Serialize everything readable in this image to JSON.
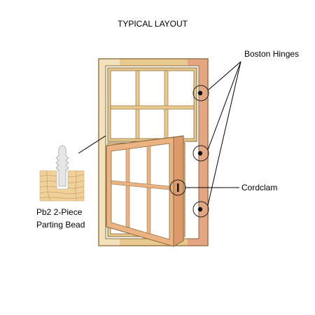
{
  "title": "TYPICAL LAYOUT",
  "labels": {
    "hinges": "Boston Hinges",
    "cordclam": "Cordclam",
    "bead_line1": "Pb2 2-Piece",
    "bead_line2": "Parting Bead"
  },
  "colors": {
    "frame_outline": "#8a6a3a",
    "tan_wood": "#e8c98e",
    "pink_wood": "#e5a583",
    "sash_open": "#dc9a6c",
    "timber_light": "#f1d19a",
    "timber_grain": "#c99a5c",
    "bead_profile": "#e6e6e6",
    "leader": "#000000"
  }
}
